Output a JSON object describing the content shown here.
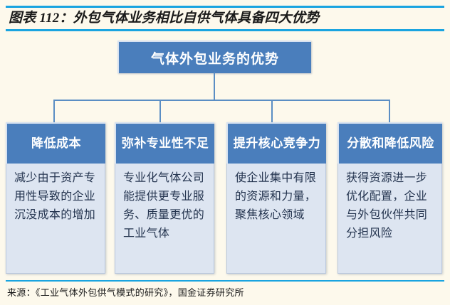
{
  "title": {
    "text": "图表 112：外包气体业务相比自供气体具备四大优势",
    "rule_color": "#1aa4e0"
  },
  "diagram": {
    "type": "tree",
    "node_color": "#4a7ebc",
    "body_color": "#dde5f1",
    "connector_color": "#5b8ec4",
    "root": {
      "label": "气体外包业务的优势"
    },
    "children": [
      {
        "header": "降低成本",
        "body": "减少由于资产专用性导致的企业沉没成本的增加"
      },
      {
        "header": "弥补专业性不足",
        "body": "专业化气体公司能提供更专业服务、质量更优的工业气体"
      },
      {
        "header": "提升核心竞争力",
        "body": "使企业集中有限的资源和力量，聚焦核心领域"
      },
      {
        "header": "分散和降低风险",
        "body": "获得资源进一步优化配置，企业与外包伙伴共同分担风险"
      }
    ]
  },
  "footer": {
    "source": "来源：《工业气体外包供气模式的研究》，国金证券研究所"
  },
  "page": {
    "background": "#fdf9ec"
  }
}
